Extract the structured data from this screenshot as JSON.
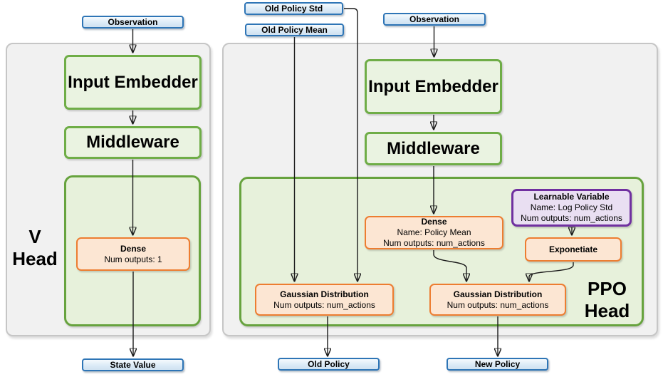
{
  "v_head": {
    "label_line1": "V",
    "label_line2": "Head",
    "observation": "Observation",
    "input_embedder": "Input Embedder",
    "middleware": "Middleware",
    "dense": {
      "title": "Dense",
      "outputs_line": "Num outputs: 1"
    },
    "state_value": "State Value"
  },
  "ppo_head": {
    "label_line1": "PPO",
    "label_line2": "Head",
    "old_policy_std": "Old Policy Std",
    "old_policy_mean": "Old Policy Mean",
    "observation": "Observation",
    "input_embedder": "Input Embedder",
    "middleware": "Middleware",
    "dense": {
      "title": "Dense",
      "name_line": "Name: Policy Mean",
      "outputs_line": "Num outputs: num_actions"
    },
    "learnable_variable": {
      "title": "Learnable Variable",
      "name_line": "Name: Log Policy Std",
      "outputs_line": "Num outputs: num_actions"
    },
    "exponetiate": "Exponetiate",
    "gaussian_old": {
      "title": "Gaussian Distribution",
      "outputs_line": "Num outputs: num_actions"
    },
    "gaussian_new": {
      "title": "Gaussian Distribution",
      "outputs_line": "Num outputs: num_actions"
    },
    "old_policy": "Old Policy",
    "new_policy": "New Policy"
  },
  "colors": {
    "io_border": "#2E75B6",
    "io_fill": "#DCEBF7",
    "block_border": "#6FAD47",
    "block_fill": "#EAF3E1",
    "group_fill": "#E7F1DB",
    "layer_border": "#ED7D31",
    "layer_fill": "#FCE6D3",
    "variable_border": "#7030A0",
    "variable_fill": "#E9DFF2",
    "panel_fill": "#F1F1F1",
    "wire": "#1A1A1A"
  }
}
